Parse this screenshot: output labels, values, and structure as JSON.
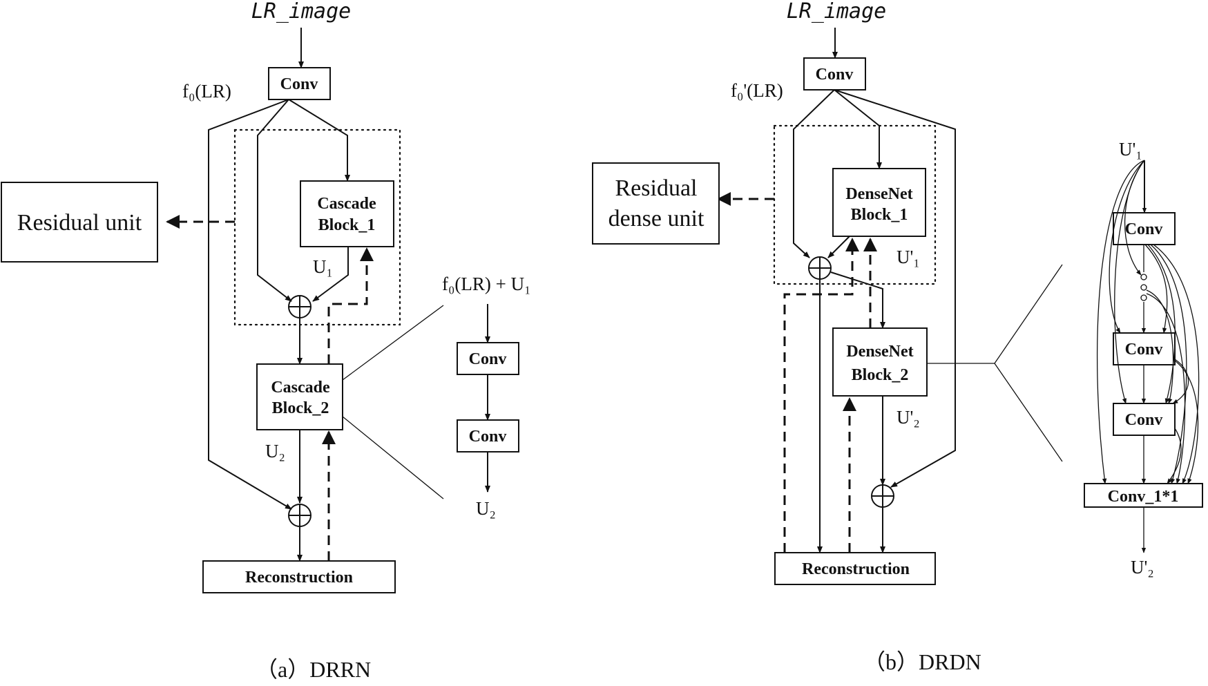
{
  "panel_a": {
    "input": "LR_image",
    "conv": "Conv",
    "f0": "f₀(LR)",
    "residual_unit": "Residual unit",
    "cascade1_l1": "Cascade",
    "cascade1_l2": "Block_1",
    "u1": "U₁",
    "cascade2_l1": "Cascade",
    "cascade2_l2": "Block_2",
    "u2": "U₂",
    "reconstruction": "Reconstruction",
    "detail_top": "f₀(LR) + U₁",
    "detail_conv1": "Conv",
    "detail_conv2": "Conv",
    "detail_out": "U₂",
    "caption": "（a）DRRN"
  },
  "panel_b": {
    "input": "LR_image",
    "conv": "Conv",
    "f0": "f₀'(LR)",
    "residual_l1": "Residual",
    "residual_l2": "dense unit",
    "dense1_l1": "DenseNet",
    "dense1_l2": "Block_1",
    "u1": "U'₁",
    "dense2_l1": "DenseNet",
    "dense2_l2": "Block_2",
    "u2": "U'₂",
    "reconstruction": "Reconstruction",
    "detail_in": "U'₁",
    "detail_conv1": "Conv",
    "detail_conv2": "Conv",
    "detail_conv3": "Conv",
    "detail_conv11": "Conv_1*1",
    "detail_out": "U'₂",
    "caption": "（b）DRDN"
  }
}
